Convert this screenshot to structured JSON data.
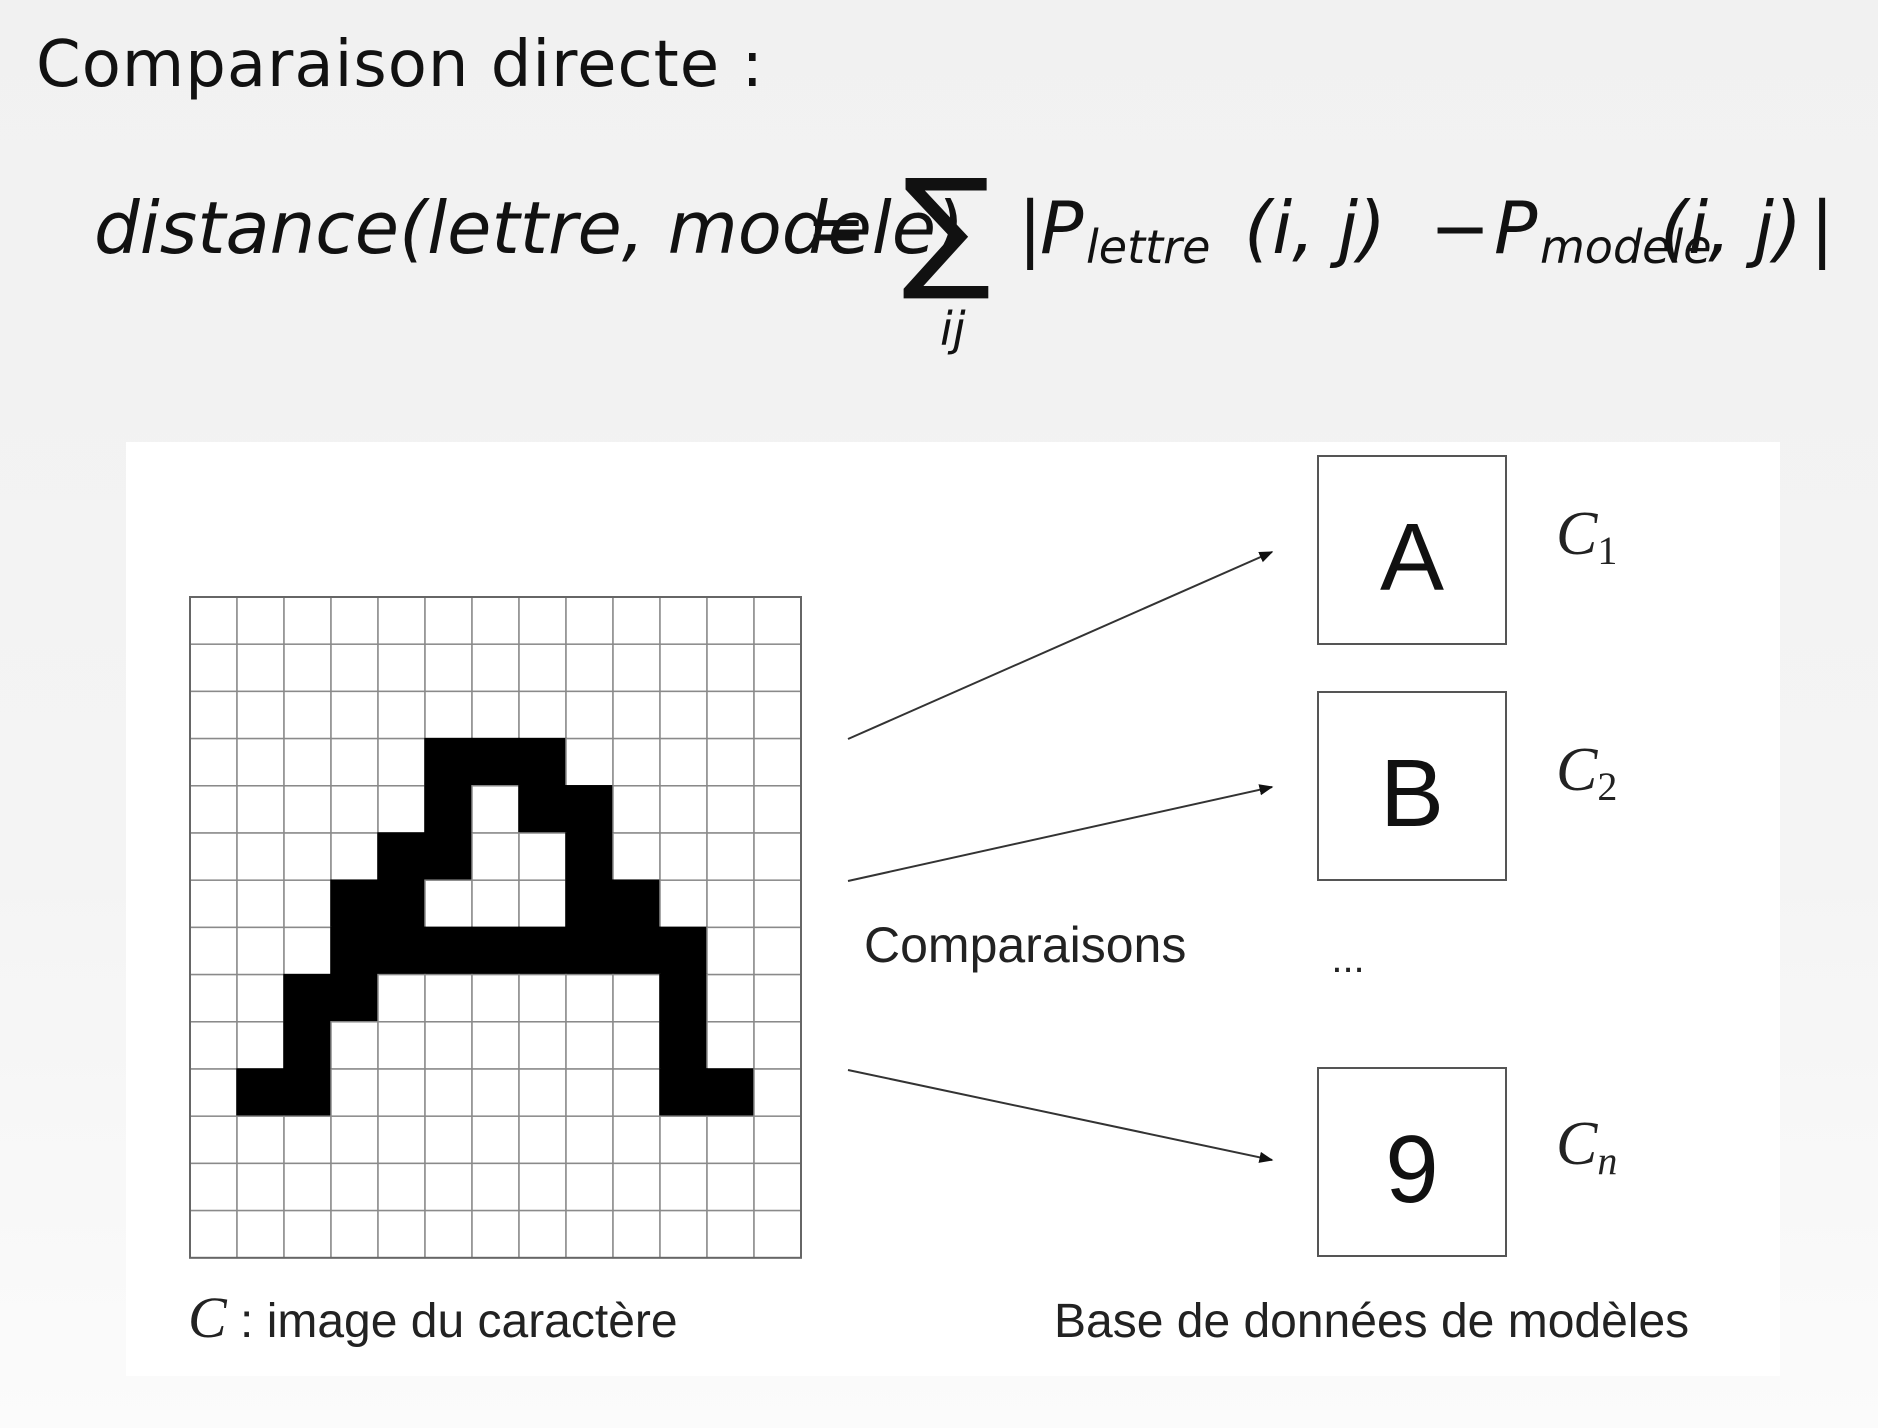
{
  "slide": {
    "title": "Comparaison directe :"
  },
  "formula": {
    "lhs": "distance(lettre, modele)",
    "eq": "=",
    "sigma": "∑",
    "sum_index": "ij",
    "bar_open": "|",
    "p": "P",
    "sub_lettre": "lettre",
    "args": "(i, j)",
    "minus": "−",
    "sub_modele": "modele",
    "bar_close": "|"
  },
  "figure": {
    "grid": {
      "rows": 14,
      "cols": 13,
      "filled": [
        [
          3,
          5
        ],
        [
          3,
          6
        ],
        [
          3,
          7
        ],
        [
          4,
          5
        ],
        [
          4,
          7
        ],
        [
          4,
          8
        ],
        [
          5,
          4
        ],
        [
          5,
          5
        ],
        [
          5,
          8
        ],
        [
          6,
          3
        ],
        [
          6,
          4
        ],
        [
          6,
          8
        ],
        [
          6,
          9
        ],
        [
          7,
          3
        ],
        [
          7,
          4
        ],
        [
          7,
          5
        ],
        [
          7,
          6
        ],
        [
          7,
          7
        ],
        [
          7,
          8
        ],
        [
          7,
          9
        ],
        [
          7,
          10
        ],
        [
          8,
          2
        ],
        [
          8,
          3
        ],
        [
          8,
          10
        ],
        [
          9,
          2
        ],
        [
          9,
          10
        ],
        [
          10,
          1
        ],
        [
          10,
          2
        ],
        [
          10,
          10
        ],
        [
          10,
          11
        ]
      ],
      "caption_symbol": "C",
      "caption_text": " : image du caractère"
    },
    "comparisons_label": "Comparaisons",
    "ellipsis": "...",
    "models": [
      {
        "char": "A",
        "label": "C",
        "sub": "1"
      },
      {
        "char": "B",
        "label": "C",
        "sub": "2"
      },
      {
        "char": "9",
        "label": "C",
        "sub": "n"
      }
    ],
    "database_label": "Base de données de modèles"
  }
}
